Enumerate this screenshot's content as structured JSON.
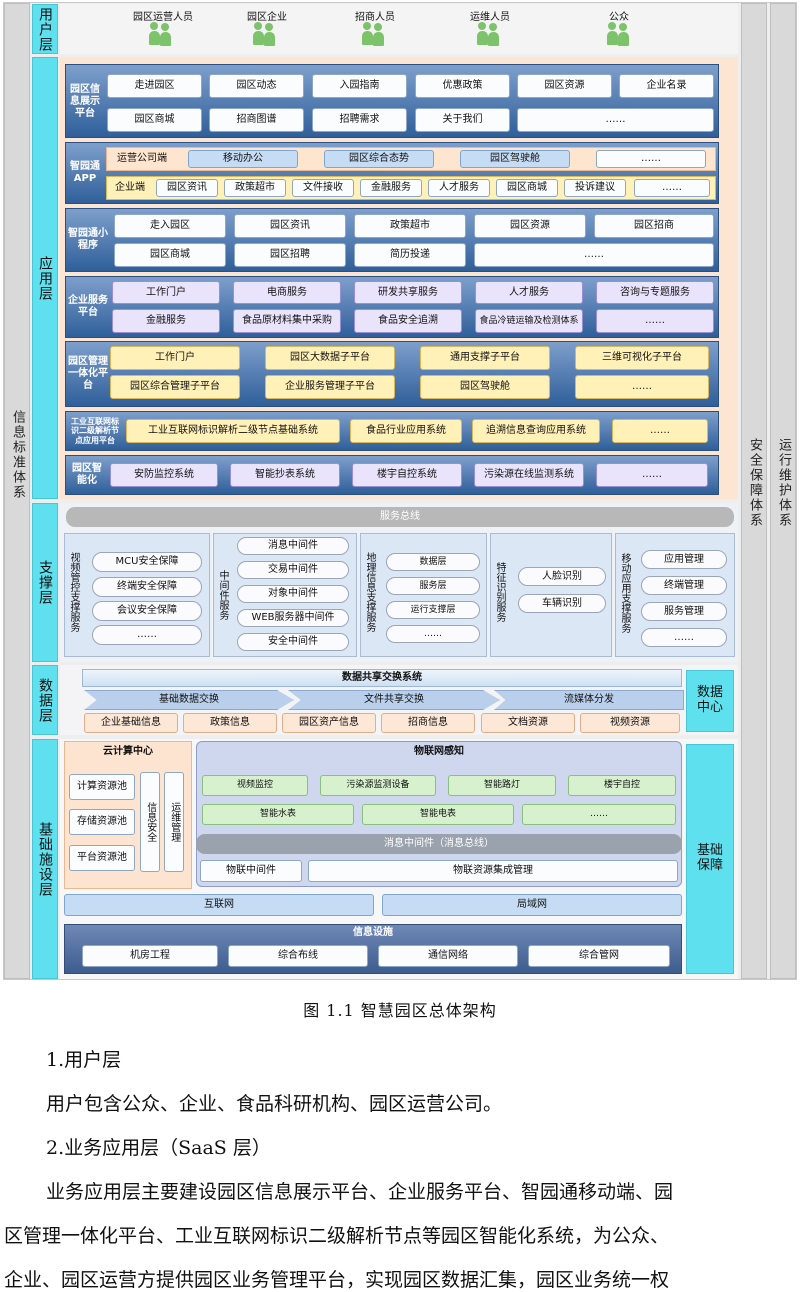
{
  "columns": {
    "left": "信息标准体系",
    "right_inner": "安全保障体系",
    "right_outer": "运行维护体系"
  },
  "user_layer": {
    "label": "用户层",
    "users": [
      "园区运营人员",
      "园区企业",
      "招商人员",
      "运维人员",
      "公众"
    ]
  },
  "app_layer": {
    "label": "应用层",
    "info_platform": {
      "label": "园区信息展示平台",
      "row1": [
        "走进园区",
        "园区动态",
        "入园指南",
        "优惠政策",
        "园区资源",
        "企业名录"
      ],
      "row2": [
        "园区商城",
        "招商图谱",
        "招聘需求",
        "关于我们",
        "……"
      ]
    },
    "app": {
      "label": "智园通APP",
      "operator_label": "运营公司端",
      "operator": [
        "移动办公",
        "园区综合态势",
        "园区驾驶舱",
        "……"
      ],
      "enterprise_label": "企业端",
      "enterprise": [
        "园区资讯",
        "政策超市",
        "文件接收",
        "金融服务",
        "人才服务",
        "园区商城",
        "投诉建议",
        "……"
      ]
    },
    "mini": {
      "label": "智园通小程序",
      "row1": [
        "走入园区",
        "园区资讯",
        "政策超市",
        "园区资源",
        "园区招商"
      ],
      "row2": [
        "园区商城",
        "园区招聘",
        "简历投递",
        "……"
      ]
    },
    "service": {
      "label": "企业服务平台",
      "row1": [
        "工作门户",
        "电商服务",
        "研发共享服务",
        "人才服务",
        "咨询与专题服务"
      ],
      "row2": [
        "金融服务",
        "食品原材料集中采购",
        "食品安全追溯",
        "食品冷链运输及检测体系",
        "……"
      ]
    },
    "mgmt": {
      "label": "园区管理一体化平台",
      "row1": [
        "工作门户",
        "园区大数据子平台",
        "通用支撑子平台",
        "三维可视化子平台"
      ],
      "row2": [
        "园区综合管理子平台",
        "企业服务管理子平台",
        "园区驾驶舱",
        "……"
      ]
    },
    "iiot": {
      "label": "工业互联网标识二级解析节点应用平台",
      "items": [
        "工业互联网标识解析二级节点基础系统",
        "食品行业应用系统",
        "追溯信息查询应用系统",
        "……"
      ]
    },
    "smart": {
      "label": "园区智能化",
      "items": [
        "安防监控系统",
        "智能抄表系统",
        "楼宇自控系统",
        "污染源在线监测系统",
        "……"
      ]
    }
  },
  "support_layer": {
    "label": "支撑层",
    "bus": "服务总线",
    "video": {
      "label": "视频管控支撑服务",
      "items": [
        "MCU安全保障",
        "终端安全保障",
        "会议安全保障",
        "……"
      ]
    },
    "middleware": {
      "label": "中间件服务",
      "items": [
        "消息中间件",
        "交易中间件",
        "对象中间件",
        "WEB服务器中间件",
        "安全中间件"
      ]
    },
    "geo": {
      "label": "地理信息支撑服务",
      "items": [
        "数据层",
        "服务层",
        "运行支撑层",
        "……"
      ]
    },
    "feature": {
      "label": "特征识别服务",
      "items": [
        "人脸识别",
        "车辆识别"
      ]
    },
    "mobile": {
      "label": "移动应用支撑服务",
      "items": [
        "应用管理",
        "终端管理",
        "服务管理",
        "……"
      ]
    }
  },
  "data_layer": {
    "label": "数据层",
    "exchange_title": "数据共享交换系统",
    "exchanges": [
      "基础数据交换",
      "文件共享交换",
      "流媒体分发"
    ],
    "resources": [
      "企业基础信息",
      "政策信息",
      "园区资产信息",
      "招商信息",
      "文档资源",
      "视频资源"
    ],
    "center": "数据中心"
  },
  "infra_layer": {
    "label": "基础施设层",
    "cloud": {
      "title": "云计算中心",
      "pools": [
        "计算资源池",
        "存储资源池",
        "平台资源池"
      ],
      "security": "信息安全",
      "ops": "运维管理"
    },
    "iot": {
      "title": "物联网感知",
      "row1": [
        "视频监控",
        "污染源监测设备",
        "智能路灯",
        "楼宇自控"
      ],
      "row2": [
        "智能水表",
        "智能电表",
        "……"
      ],
      "bus": "消息中间件（消息总线）",
      "mid": "物联中间件",
      "integration": "物联资源集成管理"
    },
    "networks": [
      "互联网",
      "局域网"
    ],
    "facility": {
      "title": "信息设施",
      "items": [
        "机房工程",
        "综合布线",
        "通信网络",
        "综合管网"
      ]
    },
    "guarantee": "基础保障"
  },
  "caption": "图 1.1 智慧园区总体架构",
  "text": {
    "h1": "1.用户层",
    "p1": "用户包含公众、企业、食品科研机构、园区运营公司。",
    "h2": "2.业务应用层（SaaS 层）",
    "p2a": "业务应用层主要建设园区信息展示平台、企业服务平台、智园通移动端、园",
    "p2b": "区管理一体化平台、工业互联网标识二级解析节点等园区智能化系统，为公众、",
    "p2c": "企业、园区运营方提供园区业务管理平台，实现园区数据汇集，园区业务统一权"
  },
  "colors": {
    "accent": "#5fe0ee",
    "platform": "#2f5f9a"
  }
}
